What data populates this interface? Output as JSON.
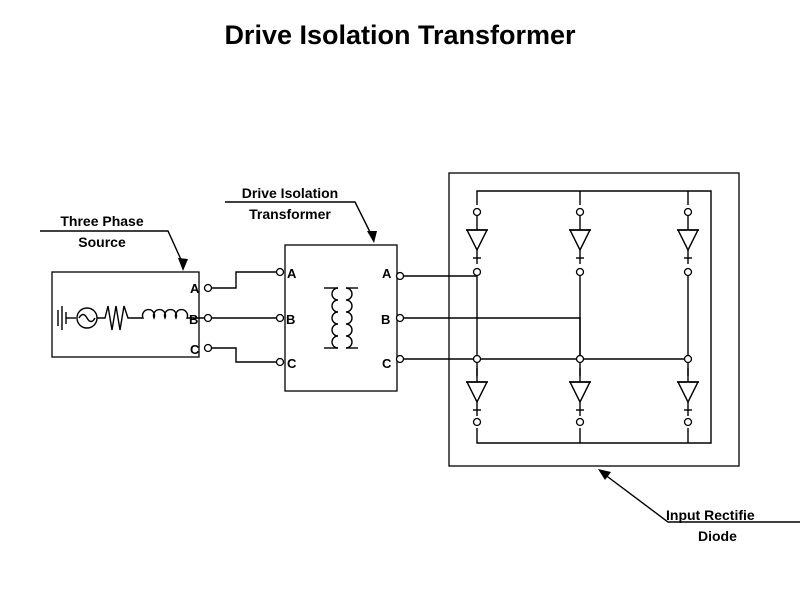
{
  "title": "Drive Isolation Transformer",
  "source": {
    "label_line1": "Three Phase",
    "label_line2": "Source",
    "terminals": [
      "A",
      "B",
      "C"
    ]
  },
  "transformer": {
    "label_line1": "Drive Isolation",
    "label_line2": "Transformer",
    "primary_terminals": [
      "A",
      "B",
      "C"
    ],
    "secondary_terminals": [
      "A",
      "B",
      "C"
    ]
  },
  "rectifier": {
    "label_line1": "Input Rectifie",
    "label_line2": "Diode",
    "diode_count": 6
  },
  "colors": {
    "line": "#000000",
    "background": "#ffffff"
  }
}
